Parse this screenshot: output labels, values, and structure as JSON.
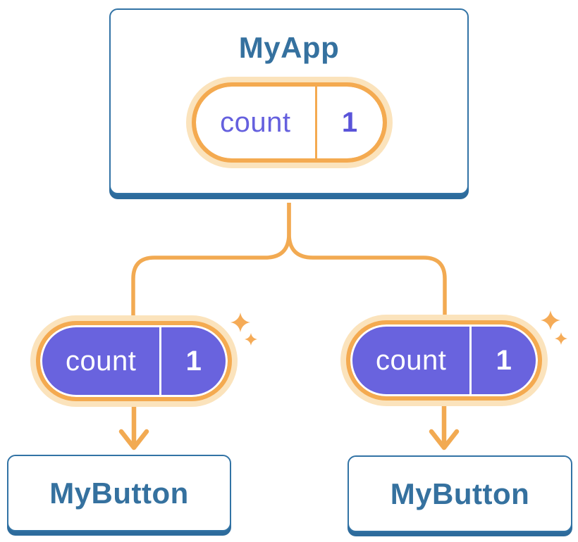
{
  "diagram": {
    "description": "Component tree sharing state: parent passes count state to two buttons",
    "root": {
      "title": "MyApp",
      "state_pill": {
        "label": "count",
        "value": "1",
        "style": "light"
      }
    },
    "children": [
      {
        "title": "MyButton",
        "state_pill": {
          "label": "count",
          "value": "1",
          "style": "solid"
        }
      },
      {
        "title": "MyButton",
        "state_pill": {
          "label": "count",
          "value": "1",
          "style": "solid"
        }
      }
    ],
    "icons": [
      "sparkle-icon",
      "arrow-down-icon",
      "connector-fork"
    ],
    "colors": {
      "card_border_blue": "#3273A5",
      "card_shadow_blue": "#2D6B9C",
      "title_blue": "#35719F",
      "connector_orange": "#F2AA52",
      "pill_ring_orange": "#F4AA50",
      "pill_halo": "#FBE3BC",
      "sparkle_orange": "#F5AB57",
      "pill_purple": "#6963DE",
      "pill_text_purple": "#6560DE",
      "pill_value_purple": "#5A54D9",
      "background": "#FFFFFF"
    }
  }
}
